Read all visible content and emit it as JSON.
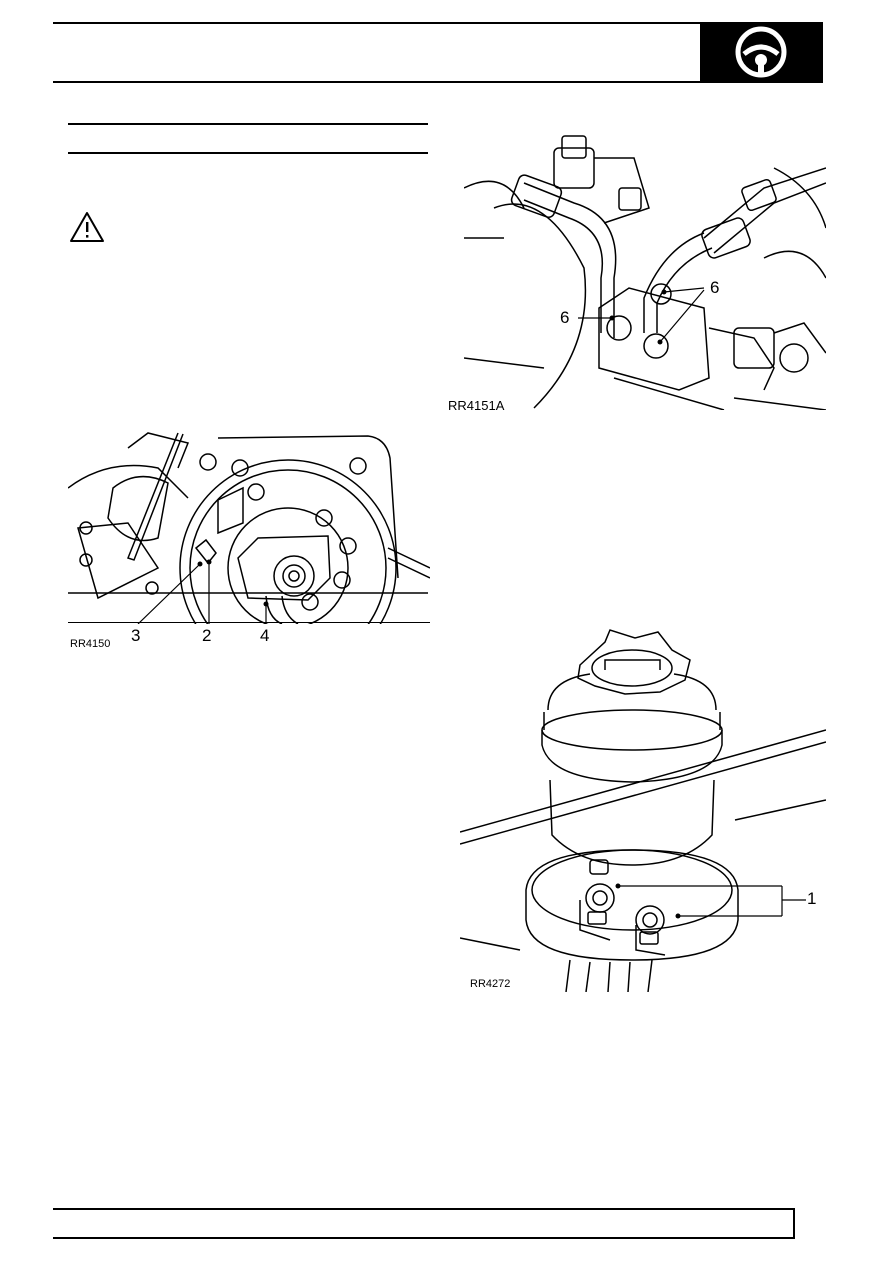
{
  "header": {
    "icon": "steering-wheel-icon",
    "badge_color": "#000000"
  },
  "warning": {
    "icon": "warning-triangle-icon"
  },
  "figures": [
    {
      "caption": "RR4150",
      "callouts": [
        "3",
        "2",
        "4"
      ]
    },
    {
      "caption": "RR4151A",
      "callouts": [
        "6",
        "6"
      ]
    },
    {
      "caption": "RR4272",
      "callouts": [
        "1"
      ]
    }
  ]
}
